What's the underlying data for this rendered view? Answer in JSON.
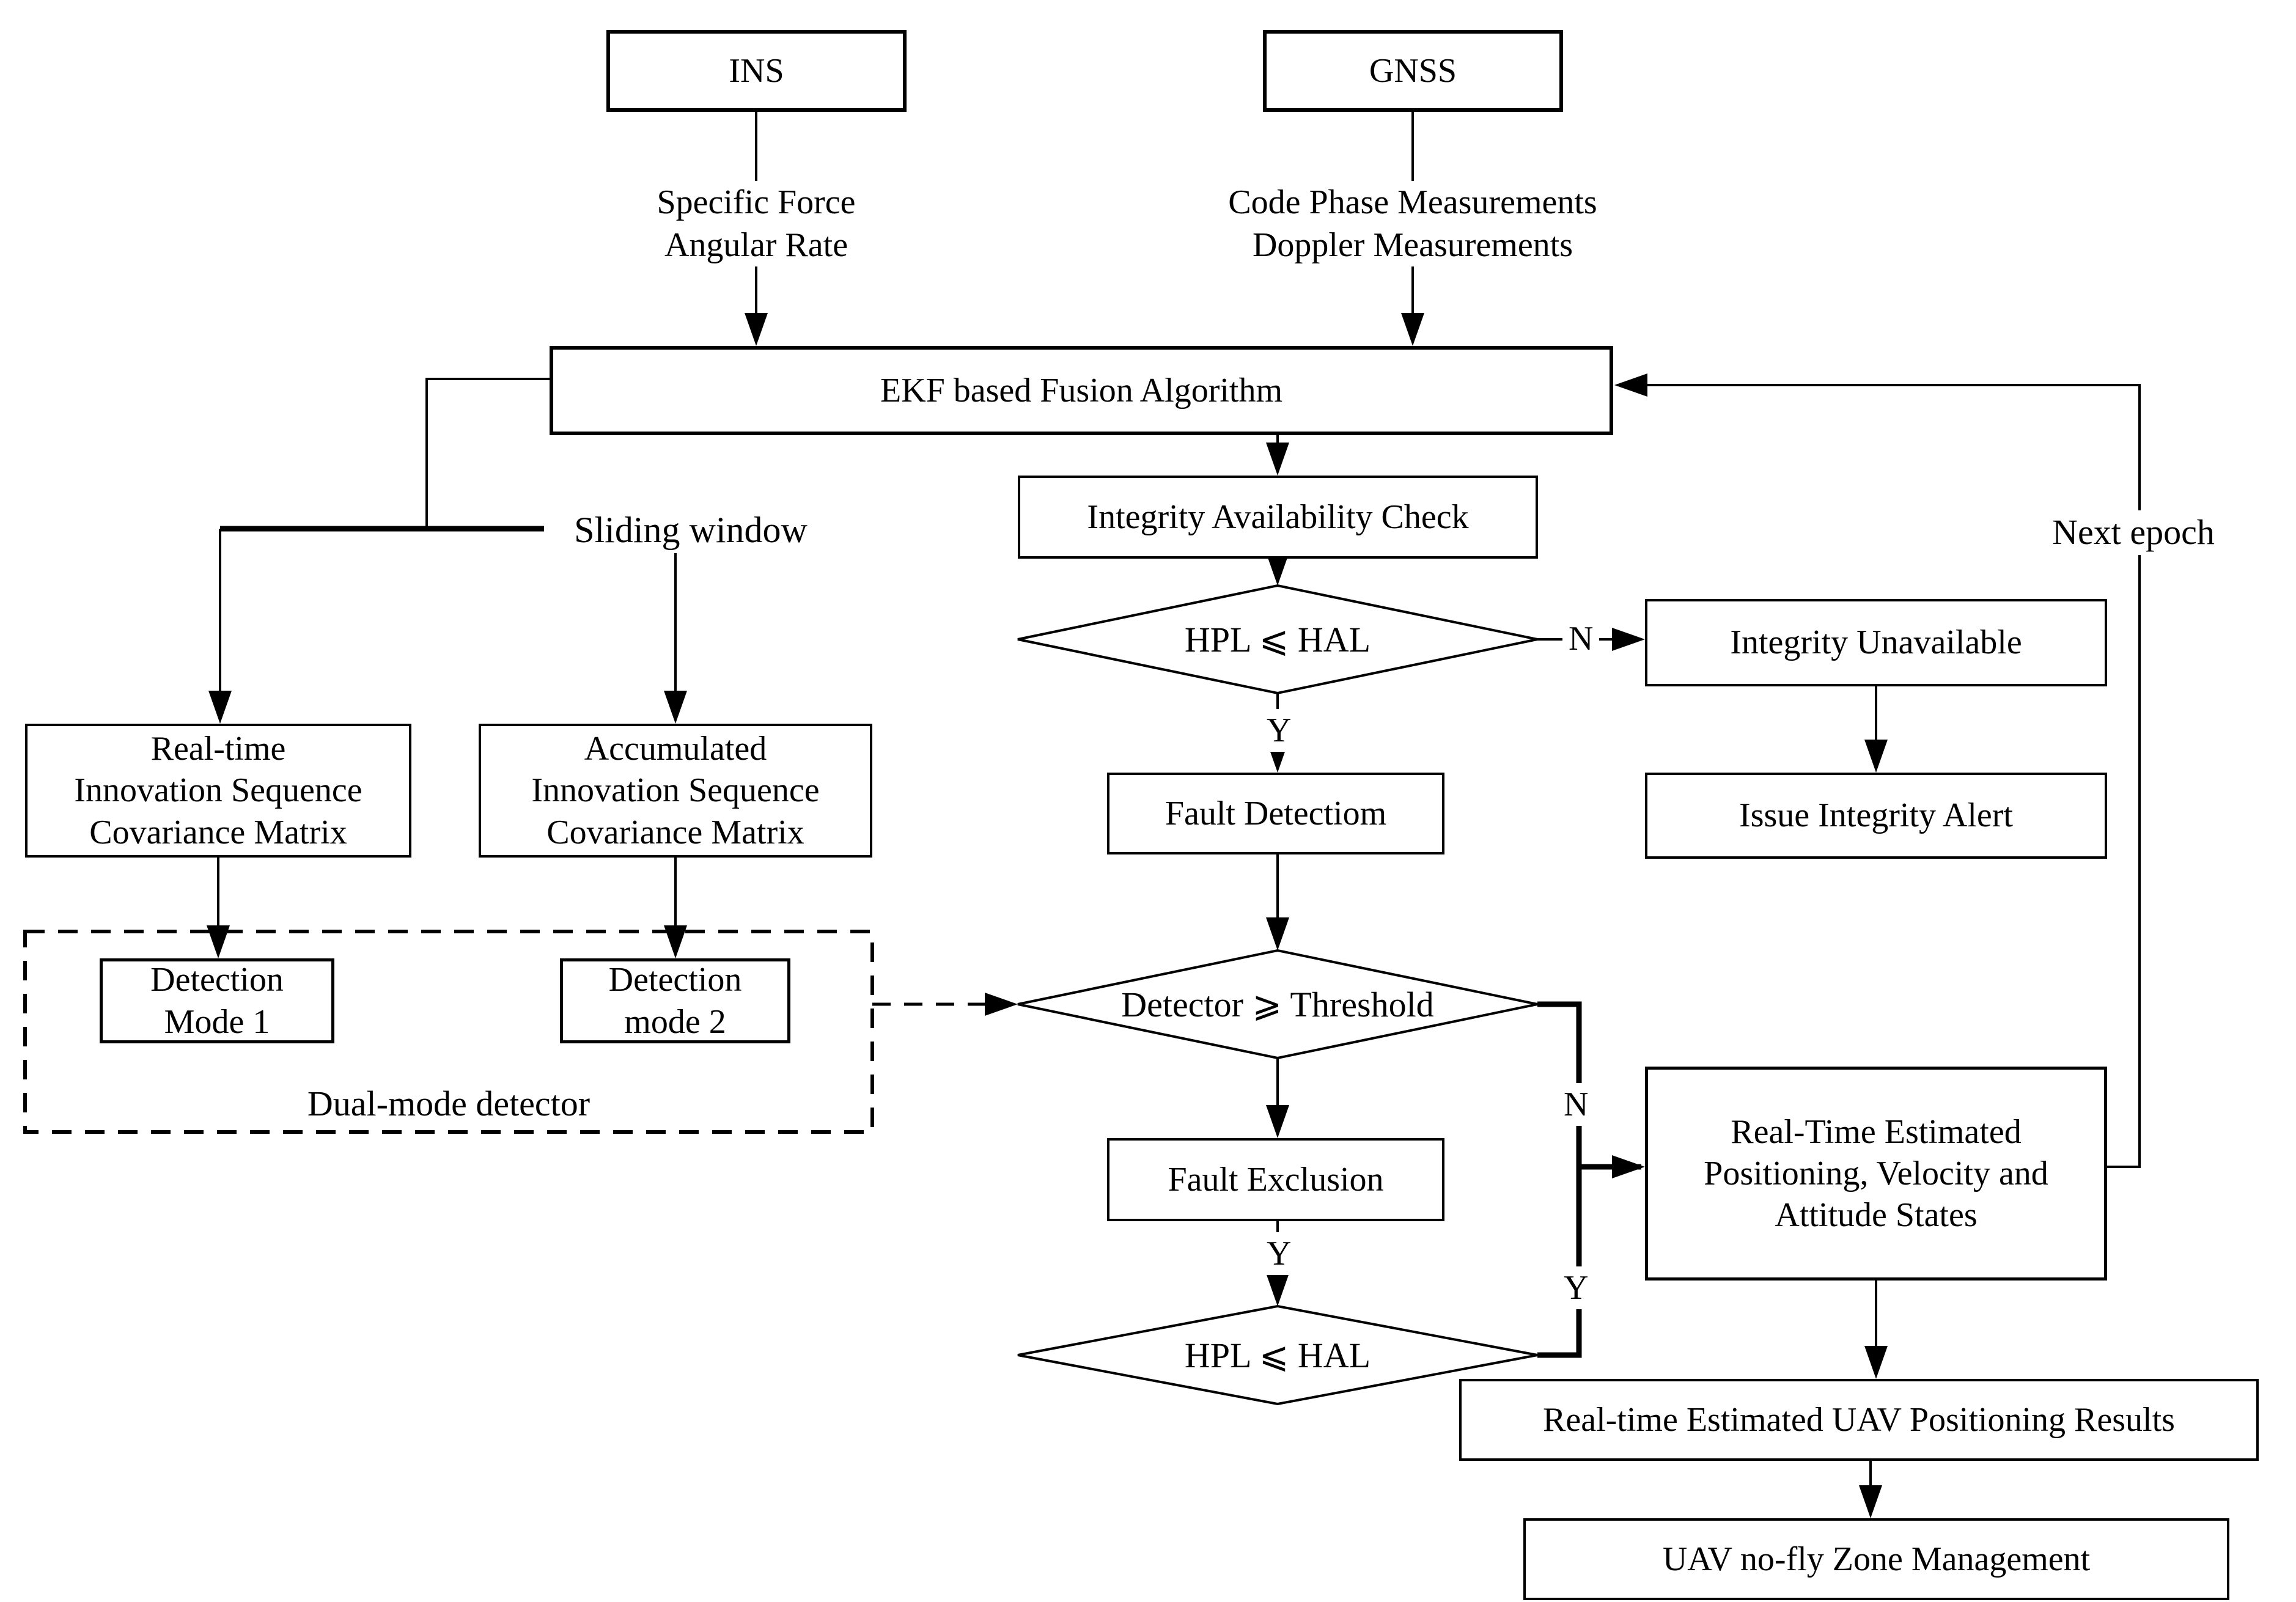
{
  "background": "#ffffff",
  "line_color": "#000000",
  "nodes": {
    "ins": {
      "label": "INS"
    },
    "gnss": {
      "label": "GNSS"
    },
    "ekf": {
      "label": "EKF based Fusion Algorithm"
    },
    "integrity_check": {
      "label": "Integrity Availability Check"
    },
    "hpl_hal_1": {
      "label": "HPL ⩽ HAL"
    },
    "integrity_unavailable": {
      "label": "Integrity Unavailable"
    },
    "issue_alert": {
      "label": "Issue Integrity Alert"
    },
    "fault_detection": {
      "label": "Fault Detectiom"
    },
    "detector_threshold": {
      "label": "Detector ⩾ Threshold"
    },
    "fault_exclusion": {
      "label": "Fault Exclusion"
    },
    "hpl_hal_2": {
      "label": "HPL ⩽ HAL"
    },
    "realtime_states": {
      "lines": [
        "Real-Time Estimated",
        "Positioning, Velocity and",
        "Attitude States"
      ]
    },
    "uav_results": {
      "label": "Real-time Estimated UAV Positioning Results"
    },
    "no_fly": {
      "label": "UAV no-fly Zone Management"
    },
    "rt_matrix": {
      "lines": [
        "Real-time",
        "Innovation Sequence",
        "Covariance Matrix"
      ]
    },
    "acc_matrix": {
      "lines": [
        "Accumulated",
        "Innovation Sequence",
        "Covariance Matrix"
      ]
    },
    "detection_mode_1": {
      "lines": [
        "Detection",
        "Mode 1"
      ]
    },
    "detection_mode_2": {
      "lines": [
        "Detection",
        "mode 2"
      ]
    },
    "dual_mode": {
      "label": "Dual-mode detector"
    }
  },
  "edge_labels": {
    "ins_out": {
      "lines": [
        "Specific Force",
        "Angular Rate"
      ]
    },
    "gnss_out": {
      "lines": [
        "Code Phase Measurements",
        "Doppler Measurements"
      ]
    },
    "sliding_window": "Sliding window",
    "next_epoch": "Next epoch",
    "d1_no": "N",
    "d1_yes": "Y",
    "d2_no": "N",
    "d2_yes": "Y",
    "d3_yes": "Y"
  }
}
